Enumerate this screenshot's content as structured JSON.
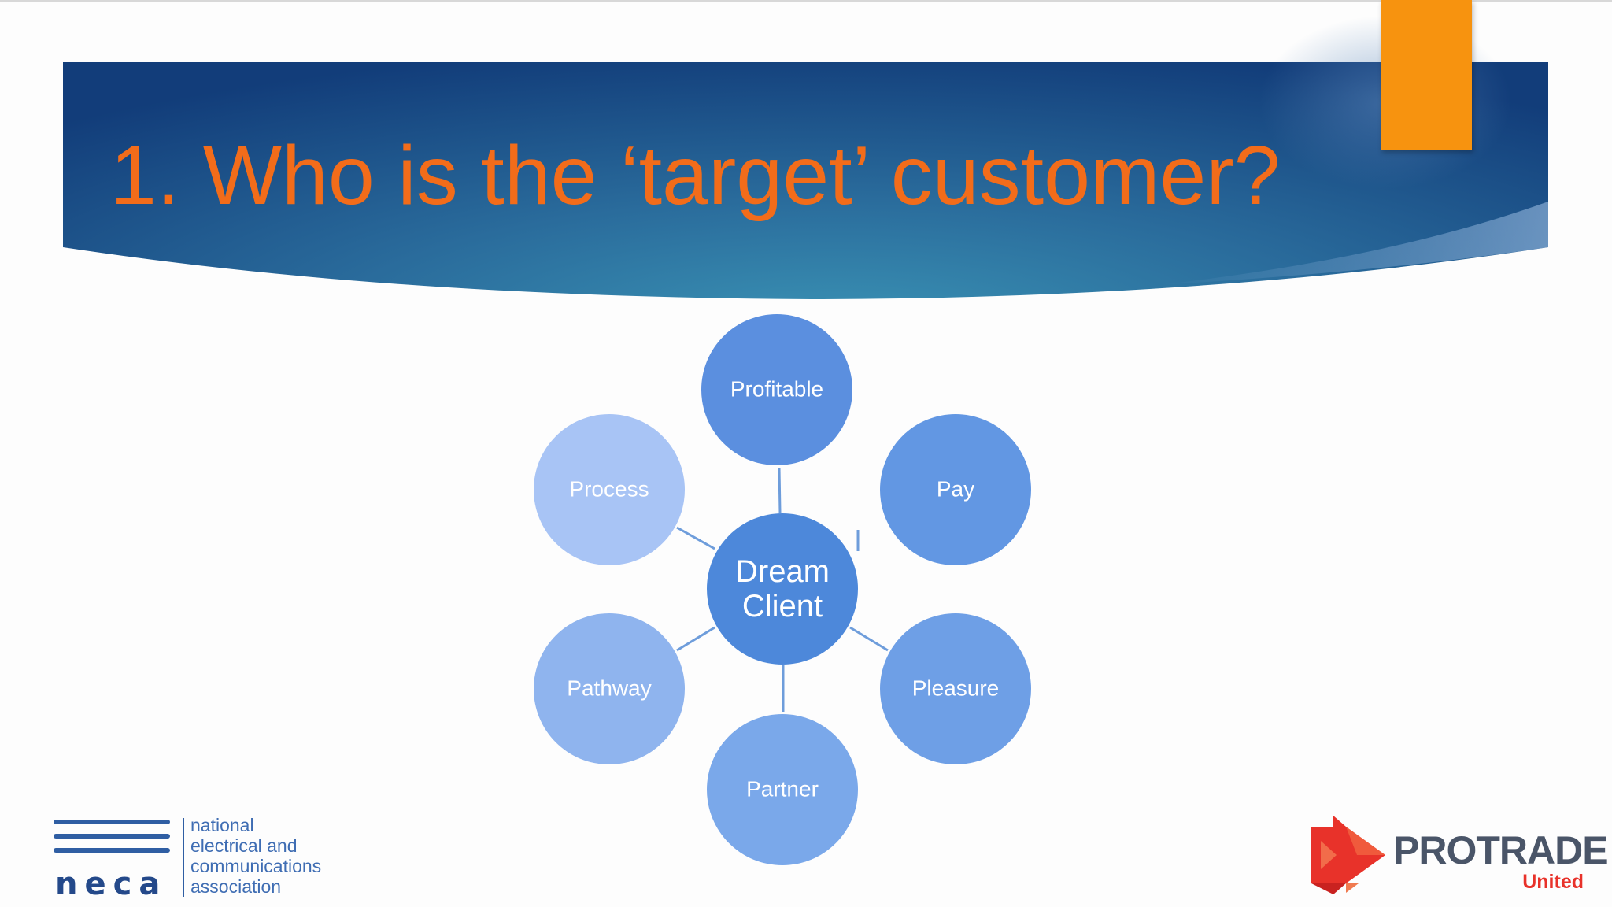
{
  "slide": {
    "title": "1. Who is the ‘target’ customer?",
    "colors": {
      "title": "#f26c1a",
      "accent_bar": "#f7930f",
      "banner_dark": "#123d7a",
      "banner_light": "#3a92b4"
    }
  },
  "diagram": {
    "center": {
      "label_line1": "Dream",
      "label_line2": "Client"
    },
    "nodes": [
      {
        "id": "profitable",
        "label": "Profitable"
      },
      {
        "id": "pay",
        "label": "Pay"
      },
      {
        "id": "pleasure",
        "label": "Pleasure"
      },
      {
        "id": "partner",
        "label": "Partner"
      },
      {
        "id": "pathway",
        "label": "Pathway"
      },
      {
        "id": "process",
        "label": "Process"
      }
    ]
  },
  "logos": {
    "neca": {
      "word": "neca",
      "text_lines": [
        "national",
        "electrical and",
        "communications",
        "association"
      ],
      "color": "#2f5ea3"
    },
    "protrade": {
      "name": "PROTRADE",
      "sub": "United",
      "colors": {
        "mark": "#e8322a",
        "name": "#4a5568"
      }
    }
  }
}
